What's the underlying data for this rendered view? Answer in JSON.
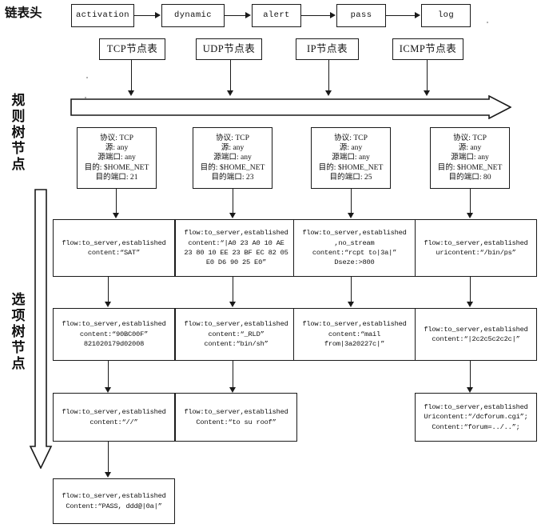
{
  "diagram": {
    "title": "Snort rule chain / rule tree / option tree structure diagram",
    "labels": {
      "chain_head": "链表头",
      "rule_tree_node": "规则树节点",
      "option_tree_node": "选项树节点"
    },
    "chain_nodes": [
      {
        "label": "activation"
      },
      {
        "label": "dynamic"
      },
      {
        "label": "alert"
      },
      {
        "label": "pass"
      },
      {
        "label": "log"
      }
    ],
    "protocol_tables": [
      {
        "label": "TCP节点表"
      },
      {
        "label": "UDP节点表"
      },
      {
        "label": "IP节点表"
      },
      {
        "label": "ICMP节点表"
      }
    ],
    "rule_nodes": [
      {
        "lines": [
          "协议: TCP",
          "源: any",
          "源端口: any",
          "目的: $HOME_NET",
          "目的端口: 21"
        ]
      },
      {
        "lines": [
          "协议: TCP",
          "源: any",
          "源端口: any",
          "目的: $HOME_NET",
          "目的端口: 23"
        ]
      },
      {
        "lines": [
          "协议: TCP",
          "源: any",
          "源端口: any",
          "目的: $HOME_NET",
          "目的端口: 25"
        ]
      },
      {
        "lines": [
          "协议: TCP",
          "源: any",
          "源端口: any",
          "目的: $HOME_NET",
          "目的端口: 80"
        ]
      }
    ],
    "option_nodes": {
      "row1": [
        {
          "lines": [
            "flow:to_server,established",
            "content:“SAT”"
          ]
        },
        {
          "lines": [
            "flow:to_server,established",
            "content:“|A0 23 A0 10 AE",
            "23 80 10 EE 23 BF EC 82 05",
            "E0 D6 90 25 E0”"
          ]
        },
        {
          "lines": [
            "flow:to_server,established",
            ",no_stream",
            "content:“rcpt to|3a|”",
            "Dseze:>800"
          ]
        },
        {
          "lines": [
            "flow:to_server,established",
            "uricontent:“/bin/ps”"
          ]
        }
      ],
      "row2": [
        {
          "lines": [
            "flow:to_server,established",
            "content:“90BC00F”",
            "821020179d02008"
          ]
        },
        {
          "lines": [
            "flow:to_server,established",
            "content:“_RLD”",
            "content:“bin/sh”"
          ]
        },
        {
          "lines": [
            "flow:to_server,established",
            "content:“mail",
            "from|3a20227c|”"
          ]
        },
        {
          "lines": [
            "flow:to_server,established",
            "content:“|2c2c5c2c2c|”"
          ]
        }
      ],
      "row3": [
        {
          "lines": [
            "flow:to_server,established",
            "content:“//”"
          ]
        },
        {
          "lines": [
            "flow:to_server,established",
            "Content:“to su roof”"
          ]
        },
        {
          "lines": [
            "flow:to_server,established",
            "Uricontent:“/dcforum.cgi”;",
            "Content:“forum=../..”;"
          ]
        }
      ],
      "row4": [
        {
          "lines": [
            "flow:to_server,established",
            "Content:“PASS, ddd@|0a|”"
          ]
        }
      ]
    },
    "colors": {
      "line": "#1a1a1a",
      "background": "#ffffff"
    }
  }
}
